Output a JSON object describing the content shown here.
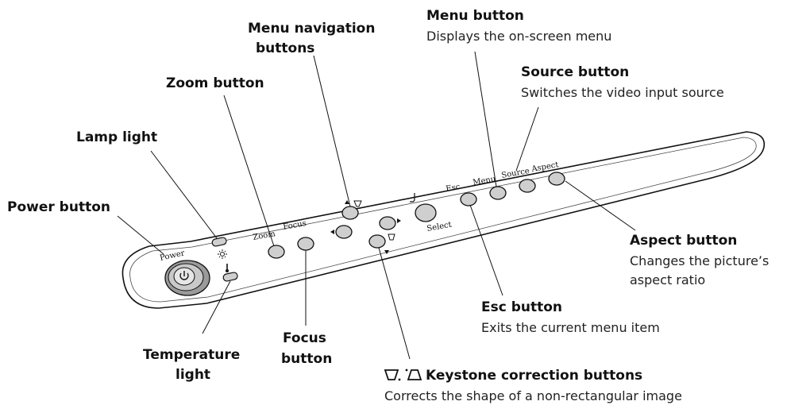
{
  "panel": {
    "labels": {
      "power": "Power",
      "zoom": "Zoom",
      "focus": "Focus",
      "select": "Select",
      "esc": "Esc",
      "menu": "Menu",
      "source": "Source",
      "aspect": "Aspect"
    }
  },
  "callouts": {
    "power": {
      "title": "Power button"
    },
    "lamp": {
      "title": "Lamp light"
    },
    "zoom": {
      "title": "Zoom button"
    },
    "menu_nav": {
      "title_line1": "Menu navigation",
      "title_line2": "buttons"
    },
    "menu": {
      "title": "Menu button",
      "desc": "Displays the on-screen menu"
    },
    "source": {
      "title": "Source button",
      "desc": "Switches the video input source"
    },
    "aspect": {
      "title": "Aspect button",
      "desc_line1": "Changes the picture’s",
      "desc_line2": "aspect ratio"
    },
    "esc": {
      "title": "Esc button",
      "desc": "Exits the current menu item"
    },
    "keystone": {
      "title": "Keystone correction buttons",
      "desc": "Corrects the shape of a non-rectangular image"
    },
    "focus": {
      "title_line1": "Focus",
      "title_line2": "button"
    },
    "temperature": {
      "title_line1": "Temperature",
      "title_line2": "light"
    }
  }
}
